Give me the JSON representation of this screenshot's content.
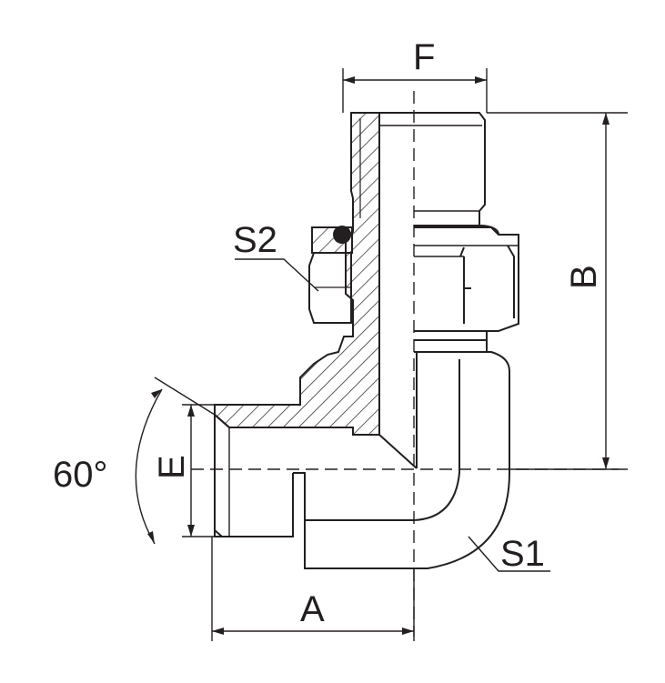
{
  "drawing": {
    "line_color": "#231f20",
    "background": "#ffffff",
    "labels": {
      "dim_f": "F",
      "dim_b": "B",
      "dim_e": "E",
      "dim_a": "A",
      "angle": "60°",
      "section_s1": "S1",
      "section_s2": "S2"
    }
  }
}
